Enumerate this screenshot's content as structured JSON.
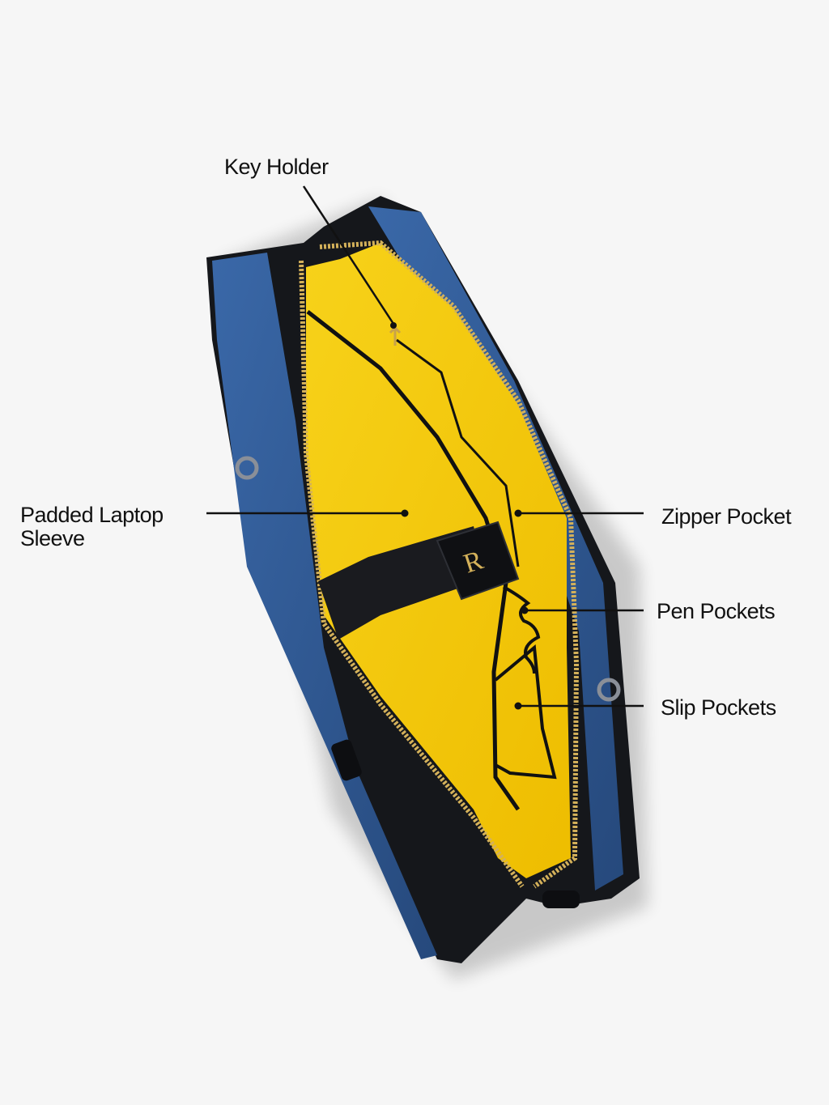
{
  "colors": {
    "background": "#f6f6f6",
    "denim": "#2f5a96",
    "leather": "#15171b",
    "lining": "#f5c800",
    "zipper_gold": "#d4b15a",
    "callout_line": "#111111"
  },
  "callouts": {
    "key_holder": "Key Holder",
    "padded_laptop_sleeve_line1": "Padded Laptop",
    "padded_laptop_sleeve_line2": "Sleeve",
    "zipper_pocket": "Zipper Pocket",
    "pen_pockets": "Pen Pockets",
    "slip_pockets": "Slip Pockets"
  }
}
